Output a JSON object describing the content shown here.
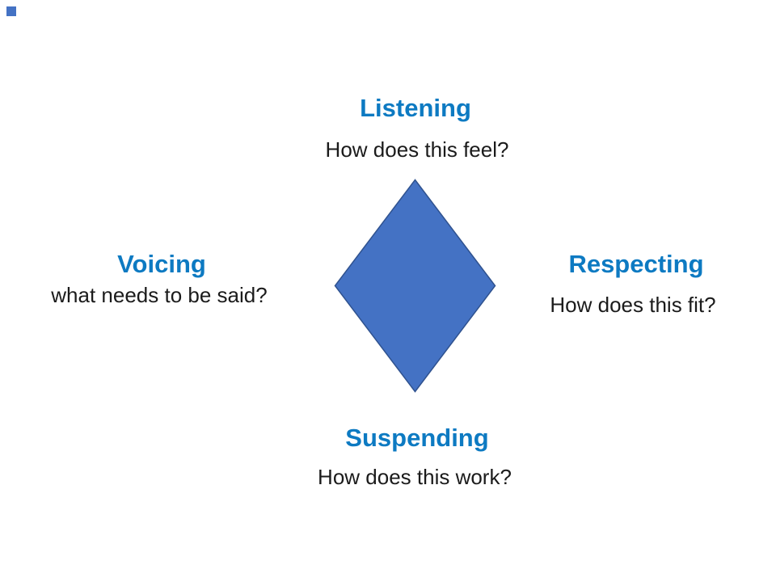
{
  "slide": {
    "background": "#FFFFFF"
  },
  "colors": {
    "title_blue": "#0D7AC2",
    "question_text": "#1B1B1B",
    "diamond_fill": "#4472C4",
    "diamond_border": "#2F528F",
    "corner_square": "#4472C4"
  },
  "nodes": {
    "top": {
      "title": "Listening",
      "question": "How does this feel?"
    },
    "left": {
      "title": "Voicing",
      "question": "what needs to be said?"
    },
    "right": {
      "title": "Respecting",
      "question": "How does this fit?"
    },
    "bottom": {
      "title": "Suspending",
      "question": "How does this work?"
    }
  }
}
